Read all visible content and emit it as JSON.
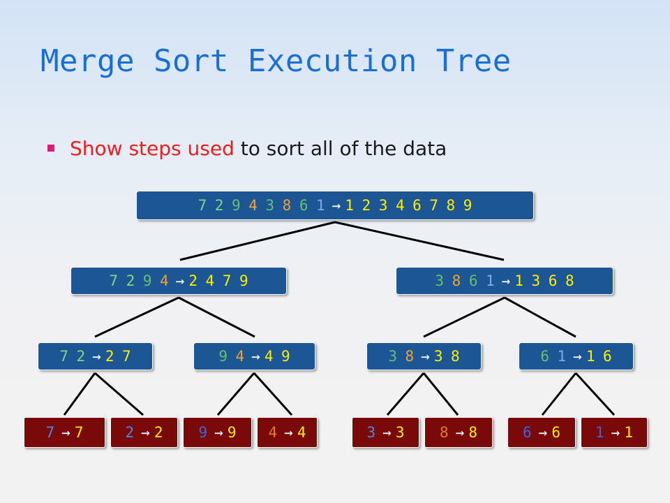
{
  "title": "Merge Sort Execution Tree",
  "bullet": {
    "highlight": "Show steps used",
    "rest": " to sort all of the data"
  },
  "arrow": "→",
  "digit_colors": {
    "1": "#7ea9f0",
    "2": "#80d87a",
    "3": "#64c26a",
    "4": "#f0a32e",
    "6": "#64c26a",
    "7": "#7ed67e",
    "8": "#f0a32e",
    "9": "#64c26a"
  },
  "output_color": "#ffee00",
  "leaf_digit_colors": {
    "1": "#3f63e0",
    "2": "#4a86e8",
    "3": "#4a86e8",
    "4": "#e07a2a",
    "6": "#3f63e0",
    "7": "#4a86e8",
    "8": "#e07a2a",
    "9": "#3f63e0"
  },
  "leaf_output_color": "#ffee00",
  "nodes": [
    {
      "id": "root",
      "input": [
        "7",
        "2",
        "9",
        "4",
        "3",
        "8",
        "6",
        "1"
      ],
      "output": [
        "1",
        "2",
        "3",
        "4",
        "6",
        "7",
        "8",
        "9"
      ],
      "kind": "blue"
    },
    {
      "id": "l",
      "input": [
        "7",
        "2",
        "9",
        "4"
      ],
      "output": [
        "2",
        "4",
        "7",
        "9"
      ],
      "kind": "blue"
    },
    {
      "id": "r",
      "input": [
        "3",
        "8",
        "6",
        "1"
      ],
      "output": [
        "1",
        "3",
        "6",
        "8"
      ],
      "kind": "blue"
    },
    {
      "id": "ll",
      "input": [
        "7",
        "2"
      ],
      "output": [
        "2",
        "7"
      ],
      "kind": "blue"
    },
    {
      "id": "lr",
      "input": [
        "9",
        "4"
      ],
      "output": [
        "4",
        "9"
      ],
      "kind": "blue"
    },
    {
      "id": "rl",
      "input": [
        "3",
        "8"
      ],
      "output": [
        "3",
        "8"
      ],
      "kind": "blue"
    },
    {
      "id": "rr",
      "input": [
        "6",
        "1"
      ],
      "output": [
        "1",
        "6"
      ],
      "kind": "blue"
    },
    {
      "id": "a",
      "input": [
        "7"
      ],
      "output": [
        "7"
      ],
      "kind": "red"
    },
    {
      "id": "b",
      "input": [
        "2"
      ],
      "output": [
        "2"
      ],
      "kind": "red"
    },
    {
      "id": "c",
      "input": [
        "9"
      ],
      "output": [
        "9"
      ],
      "kind": "red"
    },
    {
      "id": "d",
      "input": [
        "4"
      ],
      "output": [
        "4"
      ],
      "kind": "red"
    },
    {
      "id": "e",
      "input": [
        "3"
      ],
      "output": [
        "3"
      ],
      "kind": "red"
    },
    {
      "id": "f",
      "input": [
        "8"
      ],
      "output": [
        "8"
      ],
      "kind": "red"
    },
    {
      "id": "g",
      "input": [
        "6"
      ],
      "output": [
        "6"
      ],
      "kind": "red"
    },
    {
      "id": "h",
      "input": [
        "1"
      ],
      "output": [
        "1"
      ],
      "kind": "red"
    }
  ],
  "edges": [
    [
      "root",
      "l"
    ],
    [
      "root",
      "r"
    ],
    [
      "l",
      "ll"
    ],
    [
      "l",
      "lr"
    ],
    [
      "r",
      "rl"
    ],
    [
      "r",
      "rr"
    ],
    [
      "ll",
      "a"
    ],
    [
      "ll",
      "b"
    ],
    [
      "lr",
      "c"
    ],
    [
      "lr",
      "d"
    ],
    [
      "rl",
      "e"
    ],
    [
      "rl",
      "f"
    ],
    [
      "rr",
      "g"
    ],
    [
      "rr",
      "h"
    ]
  ],
  "colors": {
    "title": "#1a6fd6",
    "highlight": "#e8201e",
    "text": "#1a1a1a",
    "node_blue": "#1d5695",
    "node_red": "#7a0a0a",
    "edge": "#000000"
  }
}
